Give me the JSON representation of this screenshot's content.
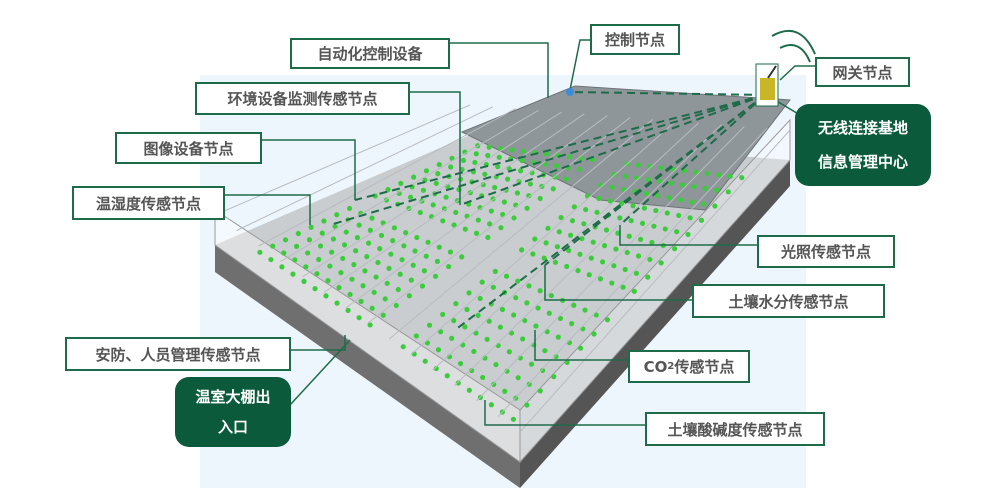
{
  "labels": {
    "auto_control": "自动化控制设备",
    "control_node": "控制节点",
    "gateway_node": "网关节点",
    "env_monitor": "环境设备监测传感节点",
    "image_node": "图像设备节点",
    "temp_humidity": "温湿度传感节点",
    "light": "光照传感节点",
    "soil_moisture": "土壤水分传感节点",
    "security": "安防、人员管理传感节点",
    "co2_prefix": "CO",
    "co2_sub": "2",
    "co2_suffix": "传感节点",
    "soil_ph": "土壤酸碱度传感节点"
  },
  "callouts": {
    "base_center_line1": "无线连接基地",
    "base_center_line2": "信息管理中心",
    "entrance_line1": "温室大棚出",
    "entrance_line2": "入口"
  },
  "colors": {
    "accent": "#0b5a3c",
    "border": "#1e6b4a",
    "plant": "#3ccb3c",
    "roof": "#8f969a"
  }
}
